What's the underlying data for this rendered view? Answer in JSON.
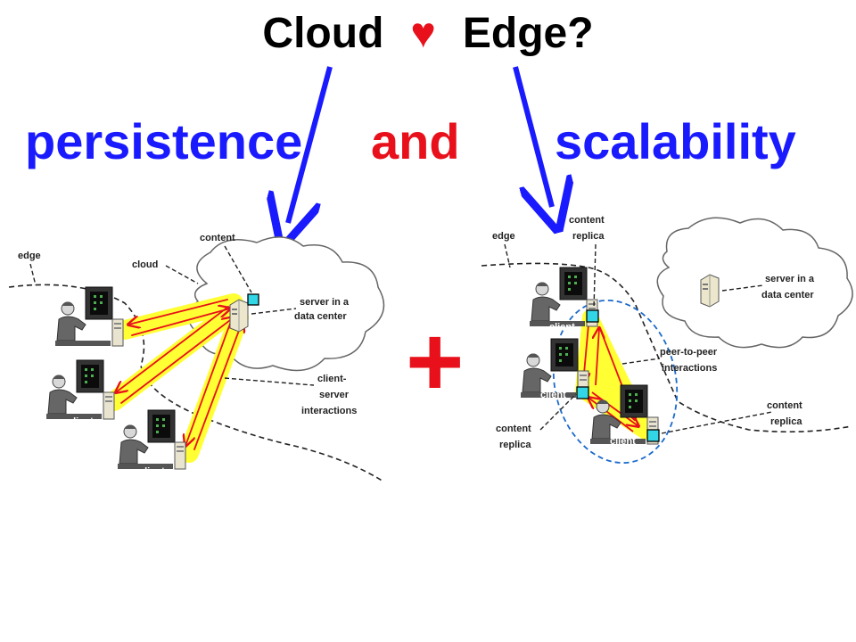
{
  "title": {
    "left": "Cloud",
    "heart": "♥",
    "right": "Edge?"
  },
  "headline": {
    "left": "persistence",
    "middle": "and",
    "right": "scalability"
  },
  "plus": "+",
  "colors": {
    "blue": "#1a1aff",
    "red": "#e8101a",
    "yellow": "#ffff33",
    "cyan": "#33d6e6",
    "darkblue_dashed": "#1a6acc"
  },
  "left_diagram": {
    "edge": "edge",
    "cloud": "cloud",
    "content": "content",
    "server_line1": "server in a",
    "server_line2": "data center",
    "cs_line1": "client-",
    "cs_line2": "server",
    "cs_line3": "interactions",
    "client": "client"
  },
  "right_diagram": {
    "edge": "edge",
    "content_replica_top_1": "content",
    "content_replica_top_2": "replica",
    "server_line1": "server in a",
    "server_line2": "data center",
    "p2p_line1": "peer-to-peer",
    "p2p_line2": "interactions",
    "replica_left_1": "content",
    "replica_left_2": "replica",
    "replica_right_1": "content",
    "replica_right_2": "replica",
    "client": "client"
  }
}
